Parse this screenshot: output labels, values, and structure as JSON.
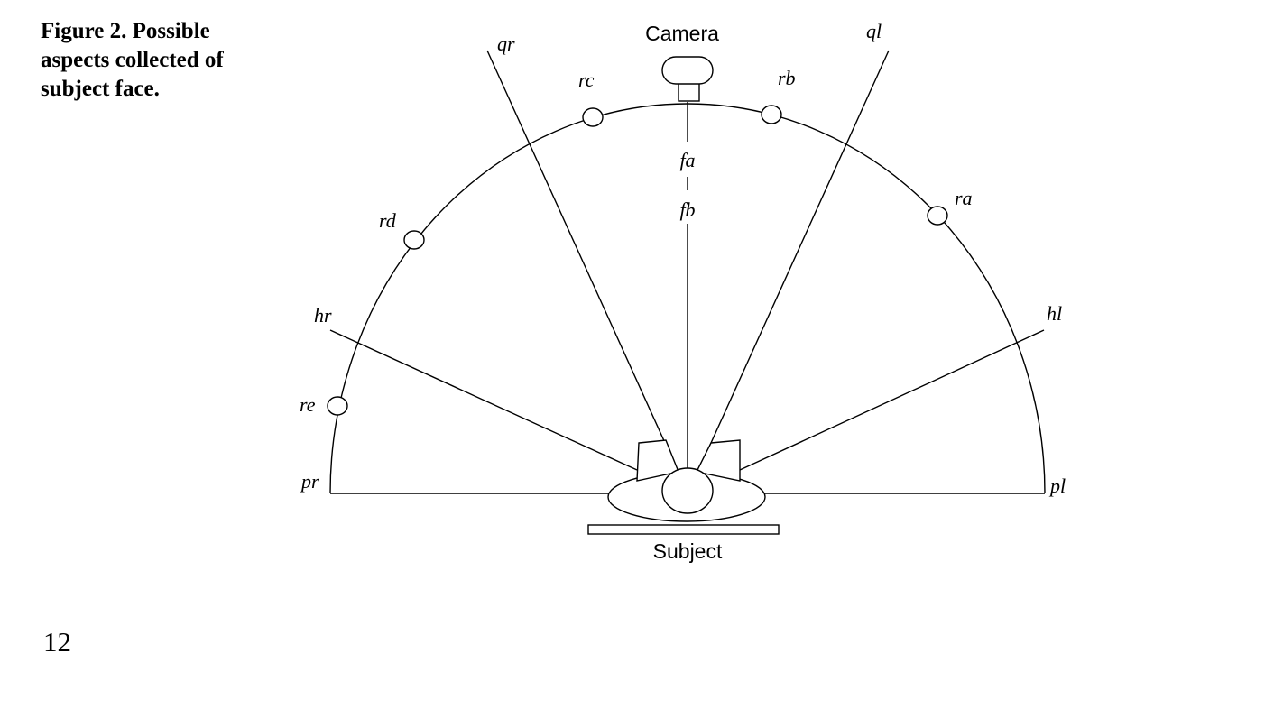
{
  "figure": {
    "caption_line1": "Figure 2. Possible",
    "caption_line2": "aspects collected of",
    "caption_line3": "subject face."
  },
  "diagram": {
    "camera_label": "Camera",
    "subject_label": "Subject",
    "aspect_labels": {
      "pr": "pr",
      "re": "re",
      "hr": "hr",
      "rd": "rd",
      "qr": "qr",
      "rc": "rc",
      "fa": "fa",
      "fb": "fb",
      "rb": "rb",
      "ql": "ql",
      "ra": "ra",
      "hl": "hl",
      "pl": "pl"
    }
  },
  "page": {
    "number": "12"
  }
}
